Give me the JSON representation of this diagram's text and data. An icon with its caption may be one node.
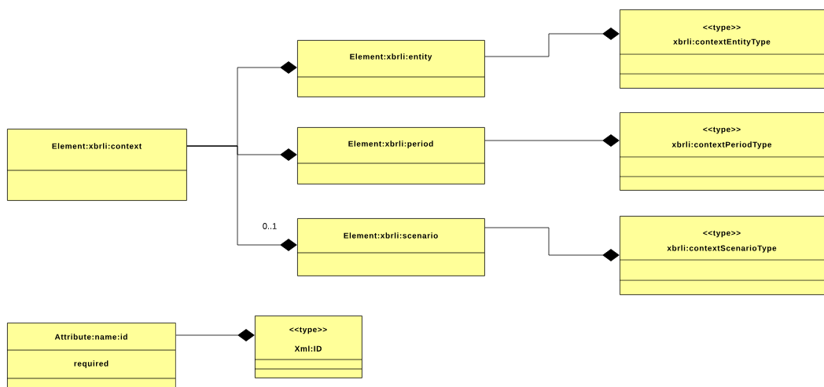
{
  "diagram": {
    "nodes": [
      {
        "text": [
          "Element:xbrli:context"
        ]
      },
      {
        "text": [
          "Element:xbrli:entity"
        ]
      },
      {
        "text": [
          "Element:xbrli:period"
        ]
      },
      {
        "text": [
          "Element:xbrli:scenario"
        ]
      },
      {
        "text": [
          "<<type>>",
          "xbrli:contextEntityType"
        ]
      },
      {
        "text": [
          "<<type>>",
          "xbrli:contextPeriodType"
        ]
      },
      {
        "text": [
          "<<type>>",
          "xbrli:contextScenarioType"
        ]
      },
      {
        "text": [
          "Attribute:name:id",
          "required"
        ]
      },
      {
        "text": [
          "<<type>>",
          "Xml:ID"
        ]
      }
    ],
    "edges": [
      {
        "from": 0,
        "to": 1,
        "arrow": "other"
      },
      {
        "from": 0,
        "to": 2,
        "arrow": "other"
      },
      {
        "from": 0,
        "to": 3,
        "arrow": "other",
        "label": "0..1"
      },
      {
        "from": 1,
        "to": 4,
        "arrow": "other"
      },
      {
        "from": 2,
        "to": 5,
        "arrow": "other"
      },
      {
        "from": 3,
        "to": 6,
        "arrow": "other"
      },
      {
        "from": 7,
        "to": 8,
        "arrow": "other"
      }
    ]
  }
}
